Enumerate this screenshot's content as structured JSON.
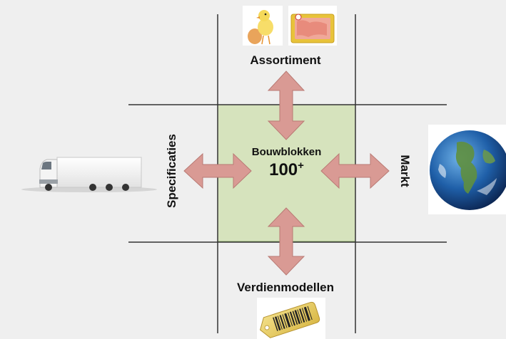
{
  "labels": {
    "top": "Assortiment",
    "bottom": "Verdienmodellen",
    "left": "Specificaties",
    "right": "Markt",
    "center_title": "Bouwblokken",
    "center_count": "100",
    "center_count_suffix": "+"
  },
  "colors": {
    "background": "#efefef",
    "center_fill": "#d6e3bd",
    "center_stroke": "#8aa86a",
    "arrow_fill": "#d99a94",
    "arrow_stroke": "#b97a74",
    "grid_line": "#333333"
  },
  "icons": {
    "top_left": "chick-with-egg-image",
    "top_right": "packaged-chicken-image",
    "left": "truck-image",
    "right": "earth-globe-image",
    "bottom": "barcode-tag-image"
  }
}
